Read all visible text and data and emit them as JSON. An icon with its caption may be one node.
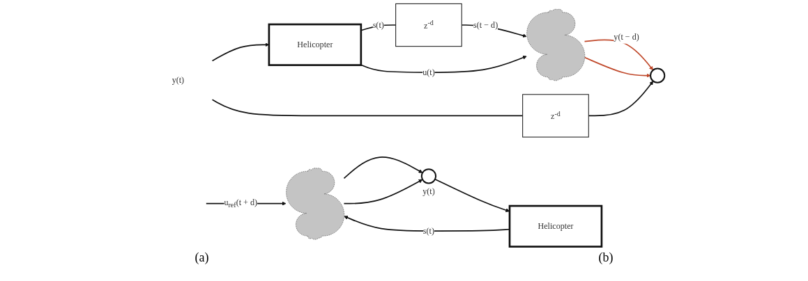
{
  "diagram": {
    "nodes": [
      {
        "text": [],
        "shape": "cloud"
      },
      {
        "text": [
          "z$^{-d}$"
        ]
      },
      {
        "text": [],
        "shape": "circle"
      },
      {
        "text": [
          "Helicopter"
        ]
      },
      {
        "text": [
          "z$^{-d}$"
        ]
      },
      {
        "text": [
          "y(t)"
        ]
      },
      {
        "text": [],
        "shape": "cloud"
      },
      {
        "text": [],
        "shape": "circle",
        "beside": [
          "y(t)"
        ]
      },
      {
        "text": [
          "Helicopter"
        ]
      }
    ],
    "edges": [
      {
        "from": 3,
        "to": 1,
        "arrow": "none",
        "label": "s(t)"
      },
      {
        "from": 1,
        "to": 0,
        "arrow": "to",
        "label": "s(t − d)"
      },
      {
        "from": 3,
        "to": 0,
        "arrow": "to",
        "label": "u(t)"
      },
      {
        "from": 0,
        "to": 2,
        "arrow": "to",
        "label": "y(t − d)",
        "color": "#c0482a"
      },
      {
        "from": 0,
        "to": 2,
        "arrow": "to",
        "color": "#c0482a"
      },
      {
        "from": 5,
        "to": 4,
        "arrow": "none"
      },
      {
        "from": 4,
        "to": 2,
        "arrow": "to"
      },
      {
        "from": 5,
        "to": 3,
        "arrow": "to"
      },
      {
        "from": 8,
        "to": 6,
        "arrow": "to",
        "label": "s(t)"
      },
      {
        "from": null,
        "to": 6,
        "arrow": "to",
        "label": "u$_{ref}$(t + d)"
      },
      {
        "from": 6,
        "to": 7,
        "arrow": "to"
      },
      {
        "from": 6,
        "to": 7,
        "arrow": "to"
      },
      {
        "from": 7,
        "to": 8,
        "arrow": "to"
      }
    ],
    "labels": [
      "(a)",
      "(b)"
    ]
  }
}
